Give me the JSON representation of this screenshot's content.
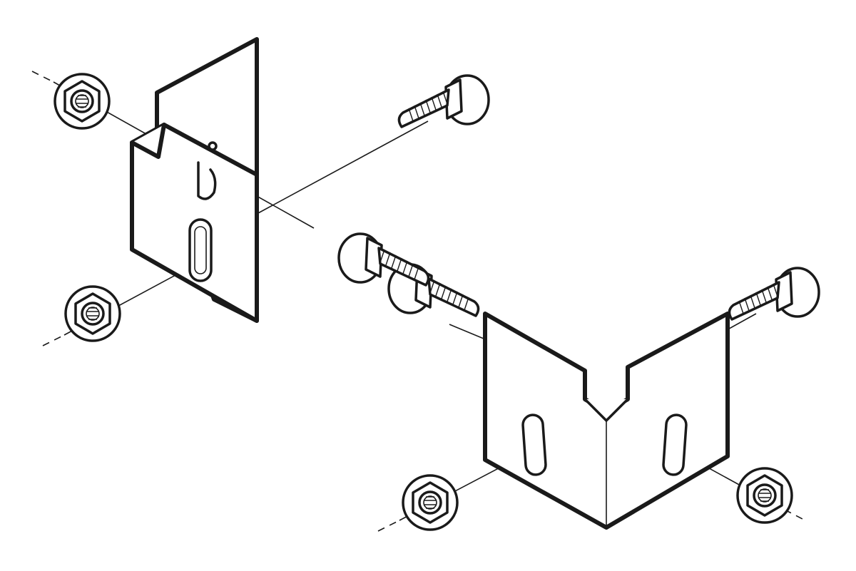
{
  "diagram": {
    "type": "exploded-assembly-illustration",
    "colors": {
      "line": "#1a1a1a",
      "background": "#ffffff"
    },
    "parts": [
      "flat-bracket",
      "corner-bracket",
      "carriage-bolt",
      "flange-nut"
    ]
  }
}
